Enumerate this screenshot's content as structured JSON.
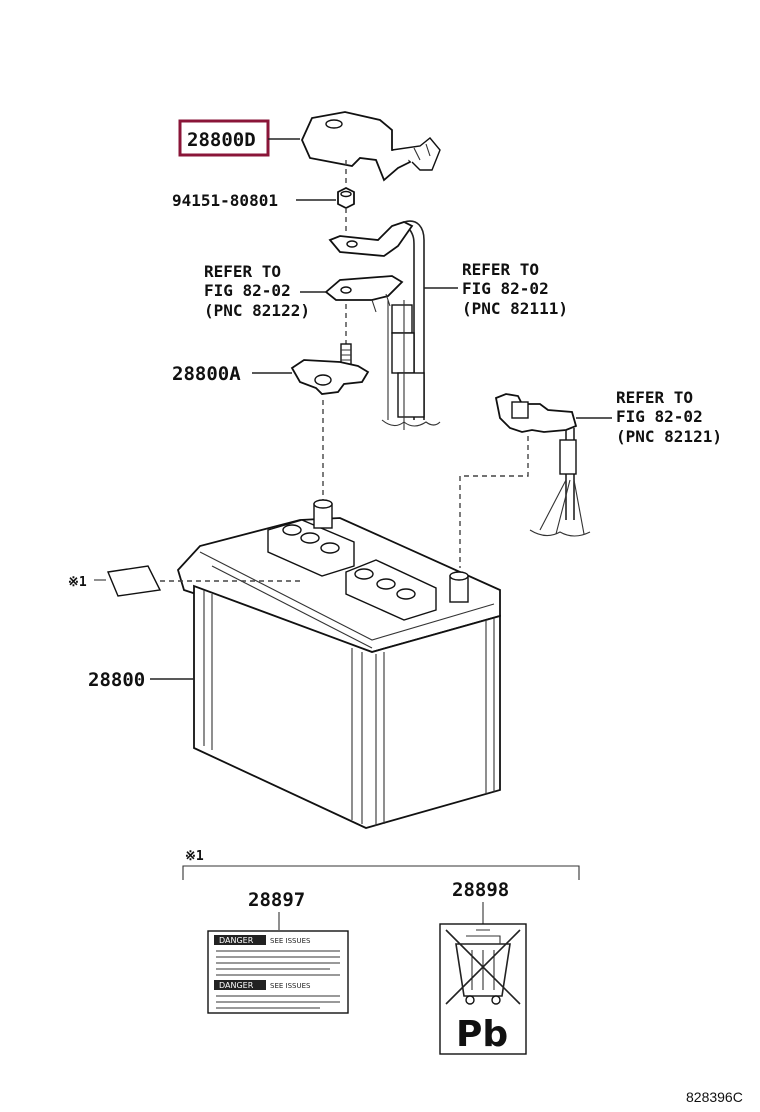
{
  "callouts": {
    "cover_part": "28800D",
    "nut_part": "94151-80801",
    "refer_left": [
      "REFER TO",
      "FIG 82-02",
      "(PNC 82122)"
    ],
    "refer_right": [
      "REFER TO",
      "FIG 82-02",
      "(PNC 82111)"
    ],
    "clamp_part": "28800A",
    "refer_neg": [
      "REFER TO",
      "FIG 82-02",
      "(PNC 82121)"
    ],
    "note_mark": "※1",
    "battery_part": "28800",
    "bracket_note": "※1",
    "label_warning_part": "28897",
    "label_recycle_part": "28898",
    "recycle_symbol_text": "Pb"
  },
  "warning_label": {
    "header_1": "DANGER",
    "header_1_sub": "SEE ISSUES",
    "header_2": "DANGER",
    "header_2_sub": "SEE ISSUES"
  },
  "figure_id": "828396C",
  "colors": {
    "highlight_box": "#8a1538",
    "ink": "#111111"
  }
}
